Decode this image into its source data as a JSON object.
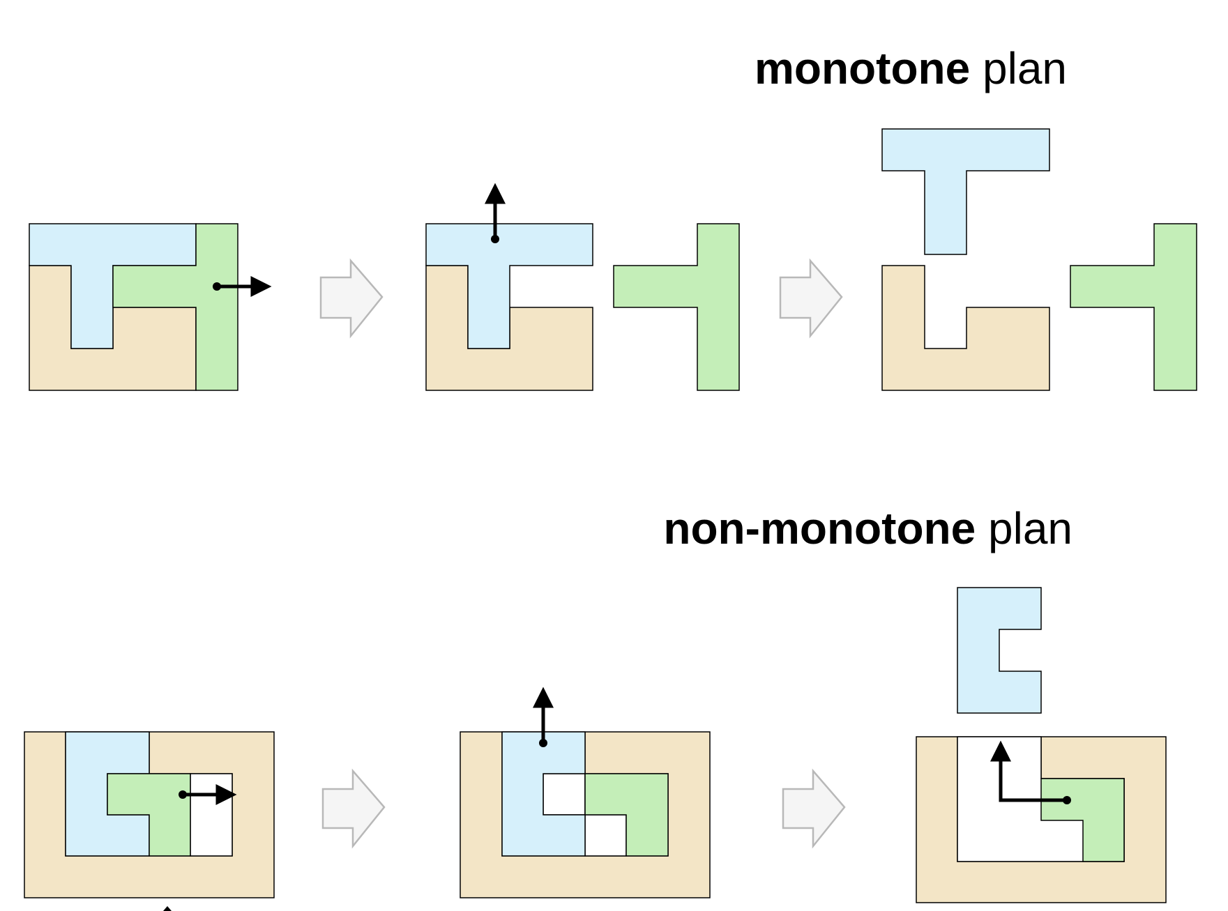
{
  "titles": {
    "top": {
      "bold": "monotone",
      "rest": " plan"
    },
    "bottom": {
      "bold": "non-monotone",
      "rest": " plan"
    }
  },
  "colors": {
    "blue_part": "#d6f0fb",
    "green_part": "#c4eeb8",
    "tan_part": "#f3e5c6",
    "outline": "#000000",
    "step_arrow_fill": "#f5f5f5",
    "step_arrow_stroke": "#b8b8b8"
  }
}
